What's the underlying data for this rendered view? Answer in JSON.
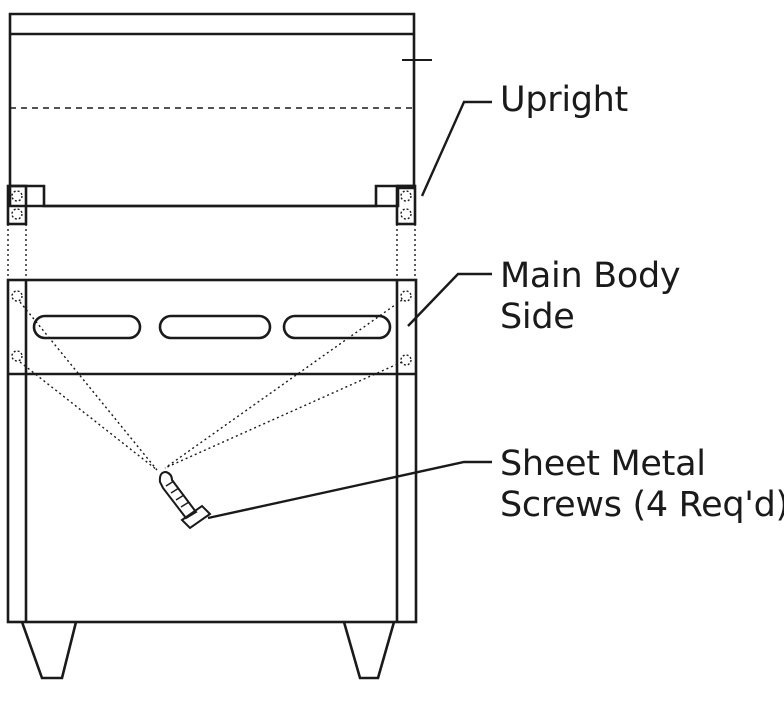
{
  "labels": {
    "upright": "Upright",
    "main_body_side": [
      "Main Body",
      "Side"
    ],
    "sheet_metal_screws": [
      "Sheet Metal",
      "Screws (4 Req'd)"
    ]
  },
  "colors": {
    "line": "#1a1a1a",
    "background": "#ffffff"
  }
}
